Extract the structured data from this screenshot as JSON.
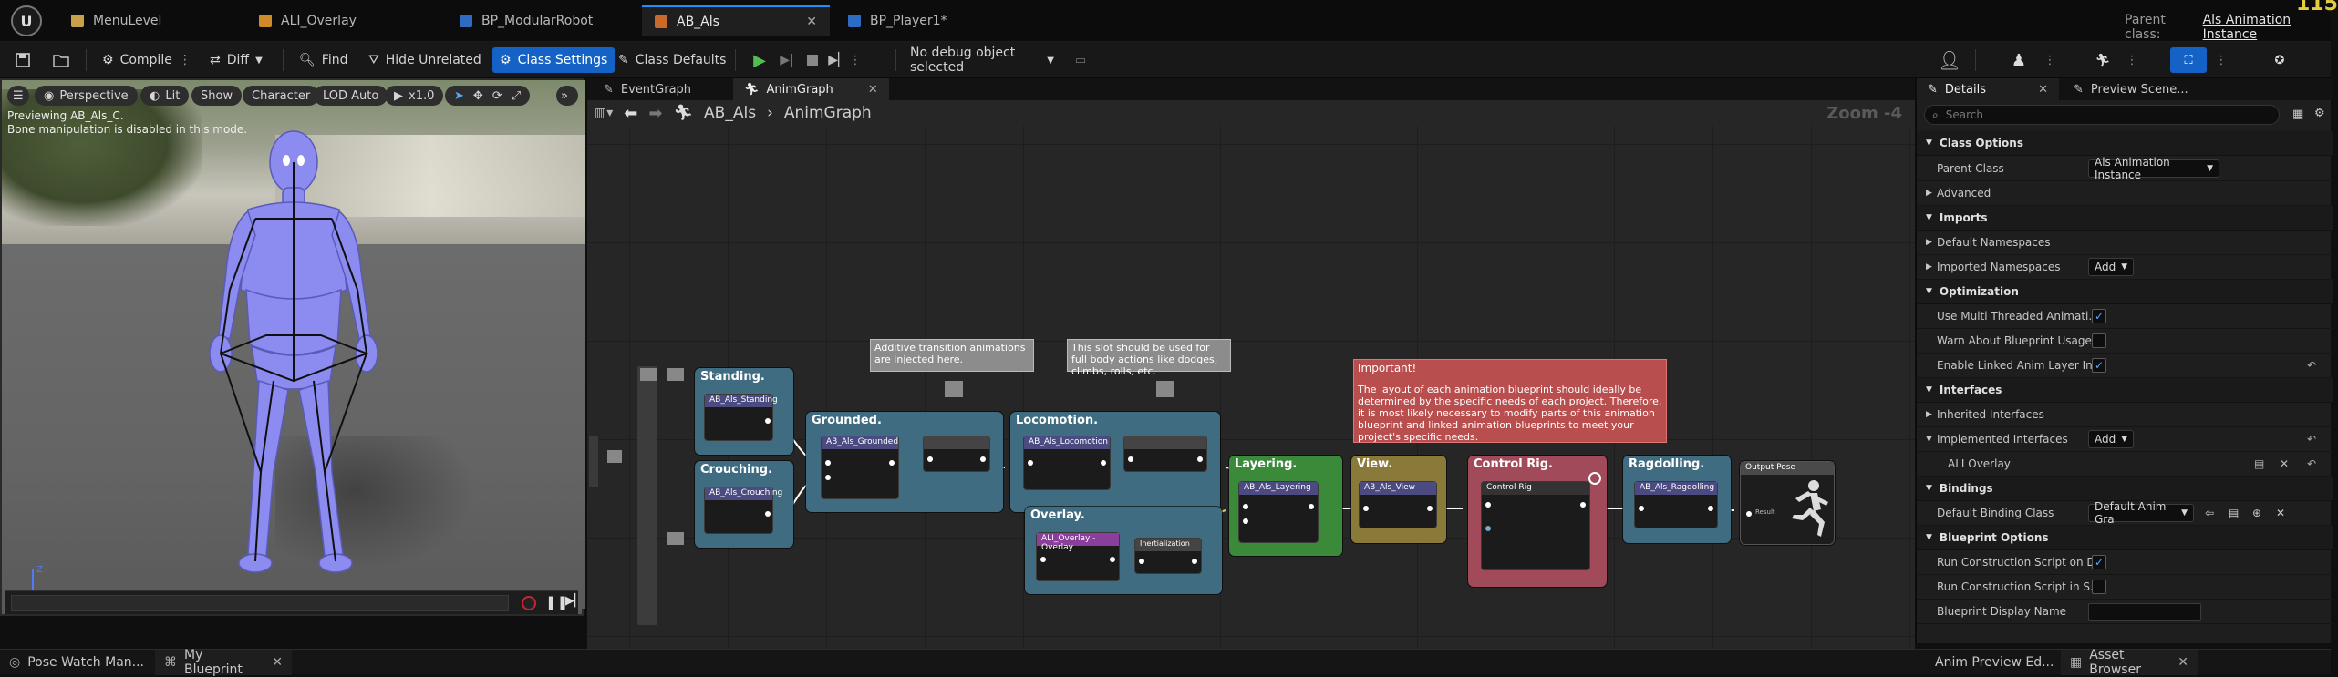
{
  "tabs": [
    {
      "label": "MenuLevel"
    },
    {
      "label": "ALI_Overlay"
    },
    {
      "label": "BP_ModularRobot"
    },
    {
      "label": "AB_Als"
    },
    {
      "label": "BP_Player1*"
    }
  ],
  "parent_class": {
    "label": "Parent class:",
    "value": "Als Animation Instance"
  },
  "fps_corner": "115",
  "toolbar": {
    "compile": "Compile",
    "diff": "Diff",
    "find": "Find",
    "hide_unrelated": "Hide Unrelated",
    "class_settings": "Class Settings",
    "class_defaults": "Class Defaults",
    "debug_object": "No debug object selected"
  },
  "viewport": {
    "perspective": "Perspective",
    "lit": "Lit",
    "show": "Show",
    "character": "Character",
    "lod": "LOD Auto",
    "speed": "x1.0",
    "preview_line1": "Previewing AB_Als_C.",
    "preview_line2": "Bone manipulation is disabled in this mode."
  },
  "graph": {
    "tab_event": "EventGraph",
    "tab_anim": "AnimGraph",
    "breadcrumb_root": "AB_Als",
    "breadcrumb_leaf": "AnimGraph",
    "zoom": "Zoom -4",
    "comment_additive": "Additive transition animations are injected here.",
    "comment_slot": "This slot should be used for full body actions like dodges, climbs, rolls, etc.",
    "important_title": "Important!",
    "important_body": "The layout of each animation blueprint should ideally be determined by the specific needs of each project. Therefore, it is most likely necessary to modify parts of this animation blueprint and linked animation blueprints to meet your project's specific needs.",
    "nodes": {
      "standing": "Standing.",
      "crouching": "Crouching.",
      "grounded": "Grounded.",
      "locomotion": "Locomotion.",
      "overlay": "Overlay.",
      "layering": "Layering.",
      "view": "View.",
      "control_rig": "Control Rig.",
      "ragdolling": "Ragdolling."
    },
    "inner": {
      "standing": "AB_Als_Standing",
      "crouching": "AB_Als_Crouching",
      "grounded": "AB_Als_Grounded",
      "locomotion": "AB_Als_Locomotion",
      "overlay": "ALI_Overlay - Overlay",
      "layering": "AB_Als_Layering",
      "view": "AB_Als_View",
      "control_rig": "Control Rig",
      "ragdolling": "AB_Als_Ragdolling",
      "output": "Output Pose",
      "inertialization": "Inertialization",
      "result": "Result"
    }
  },
  "details": {
    "tab_details": "Details",
    "tab_preview": "Preview Scene...",
    "search_placeholder": "Search",
    "categories": {
      "class_options": "Class Options",
      "imports": "Imports",
      "optimization": "Optimization",
      "interfaces": "Interfaces",
      "bindings": "Bindings",
      "blueprint_options": "Blueprint Options"
    },
    "props": {
      "parent_class": "Parent Class",
      "parent_class_value": "Als Animation Instance",
      "advanced": "Advanced",
      "default_namespaces": "Default Namespaces",
      "imported_namespaces": "Imported Namespaces",
      "add": "Add",
      "multi_threaded": "Use Multi Threaded Animati...",
      "warn_blueprint": "Warn About Blueprint Usage",
      "linked_anim": "Enable Linked Anim Layer In...",
      "inherited_interfaces": "Inherited Interfaces",
      "implemented_interfaces": "Implemented Interfaces",
      "ali_overlay": "ALI Overlay",
      "default_binding": "Default Binding Class",
      "default_binding_value": "Default Anim Gra",
      "run_construction_d": "Run Construction Script on D...",
      "run_construction_s": "Run Construction Script in S...",
      "display_name": "Blueprint Display Name"
    }
  },
  "bottom": {
    "pose_watch": "Pose Watch Man...",
    "my_blueprint": "My Blueprint",
    "anim_preview": "Anim Preview Ed...",
    "asset_browser": "Asset Browser"
  }
}
